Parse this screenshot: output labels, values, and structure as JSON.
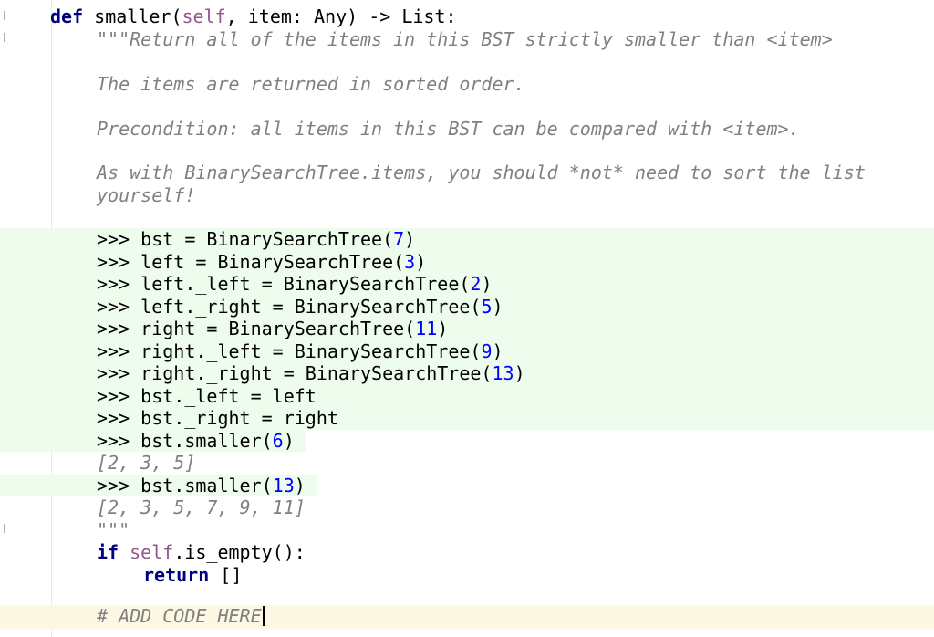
{
  "code": {
    "def_keyword": "def",
    "signature": " smaller(",
    "self_param": "self",
    "signature_rest": ", item: Any) -> List:",
    "doc_summary": "\"\"\"Return all of the items in this BST strictly smaller than <item>",
    "doc_line_order": "The items are returned in sorted order.",
    "doc_line_precondition": "Precondition: all items in this BST can be compared with <item>.",
    "doc_line_as_with": "As with BinarySearchTree.items, you should *not* need to sort the list",
    "doc_line_yourself": "yourself!",
    "doctest": [
      {
        "prefix": ">>> bst = BinarySearchTree(",
        "num": "7",
        "suffix": ")"
      },
      {
        "prefix": ">>> left = BinarySearchTree(",
        "num": "3",
        "suffix": ")"
      },
      {
        "prefix": ">>> left._left = BinarySearchTree(",
        "num": "2",
        "suffix": ")"
      },
      {
        "prefix": ">>> left._right = BinarySearchTree(",
        "num": "5",
        "suffix": ")"
      },
      {
        "prefix": ">>> right = BinarySearchTree(",
        "num": "11",
        "suffix": ")"
      },
      {
        "prefix": ">>> right._left = BinarySearchTree(",
        "num": "9",
        "suffix": ")"
      },
      {
        "prefix": ">>> right._right = BinarySearchTree(",
        "num": "13",
        "suffix": ")"
      },
      {
        "prefix": ">>> bst._left = left",
        "num": "",
        "suffix": ""
      },
      {
        "prefix": ">>> bst._right = right",
        "num": "",
        "suffix": ""
      },
      {
        "prefix": ">>> bst.smaller(",
        "num": "6",
        "suffix": ")"
      }
    ],
    "output_1": "[2, 3, 5]",
    "call_2": {
      "prefix": ">>> bst.smaller(",
      "num": "13",
      "suffix": ")"
    },
    "output_2": "[2, 3, 5, 7, 9, 11]",
    "doc_close": "\"\"\"",
    "if_keyword": "if",
    "if_self": "self",
    "if_rest": ".is_empty():",
    "return_keyword": "return",
    "return_rest": " []",
    "comment": "# ADD CODE HERE"
  },
  "colors": {
    "keyword": "#000080",
    "self": "#94558d",
    "docstring": "#808080",
    "number": "#0000ff",
    "doctest_highlight": "#edfcec",
    "caret_line_highlight": "#fdf8e3"
  }
}
